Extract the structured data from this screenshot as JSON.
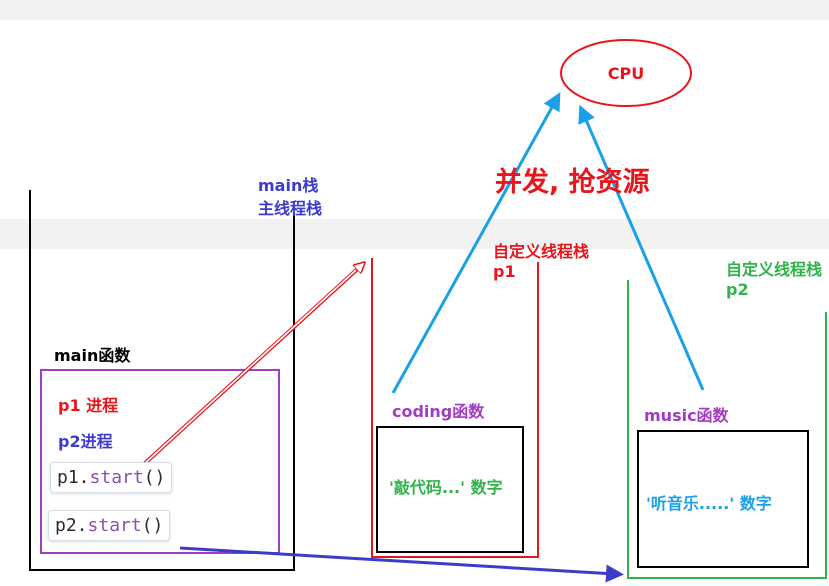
{
  "cpu": {
    "label": "CPU"
  },
  "concurrency_label": "并发, 抢资源",
  "main_stack": {
    "title_line1": "main栈",
    "title_line2": "主线程栈",
    "function_label": "main函数",
    "process_p1": "p1 进程",
    "process_p2": "p2进程",
    "code_p1_obj": "p1.",
    "code_p1_method": "start",
    "code_p1_paren": "()",
    "code_p2_obj": "p2.",
    "code_p2_method": "start",
    "code_p2_paren": "()"
  },
  "thread_p1": {
    "title_line1": "自定义线程栈",
    "title_line2": "p1",
    "function_label": "coding函数",
    "content": "'敲代码...' 数字"
  },
  "thread_p2": {
    "title_line1": "自定义线程栈",
    "title_line2": "p2",
    "function_label": "music函数",
    "content": "'听音乐.....' 数字"
  },
  "colors": {
    "red": "#e8161b",
    "blue_text": "#3c3cd0",
    "purple": "#a23cc0",
    "green": "#2fb34a",
    "cyan_arrow": "#1aa0e8",
    "navy_arrow": "#3c3cc8"
  }
}
